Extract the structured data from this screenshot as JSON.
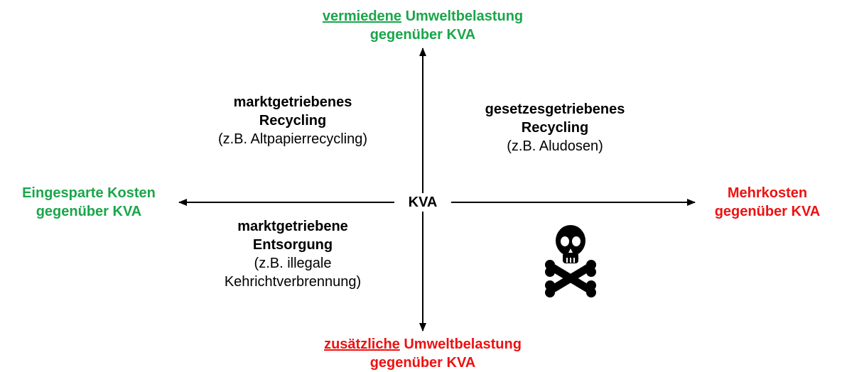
{
  "top": {
    "emph": "vermiedene",
    "rest": " Umweltbelastung",
    "line2": "gegenüber KVA",
    "color": "#1aa64a"
  },
  "bottom": {
    "emph": "zusätzliche",
    "rest": " Umweltbelastung",
    "line2": "gegenüber KVA",
    "color": "#ee1111"
  },
  "left": {
    "line1": "Eingesparte Kosten",
    "line2": "gegenüber KVA",
    "color": "#1aa64a"
  },
  "right": {
    "line1": "Mehrkosten",
    "line2": "gegenüber KVA",
    "color": "#ee1111"
  },
  "center": "KVA",
  "q_top_left": {
    "line1": "marktgetriebenes",
    "line2": "Recycling",
    "line3": "(z.B. Altpapierrecycling)"
  },
  "q_top_right": {
    "line1": "gesetzesgetriebenes",
    "line2": "Recycling",
    "line3": "(z.B. Aludosen)"
  },
  "q_bottom_left": {
    "line1": "marktgetriebene",
    "line2": "Entsorgung",
    "line3": "(z.B. illegale",
    "line4": "Kehrichtverbrennung)"
  },
  "q_bottom_right": {
    "icon": "skull-crossbones-icon"
  }
}
